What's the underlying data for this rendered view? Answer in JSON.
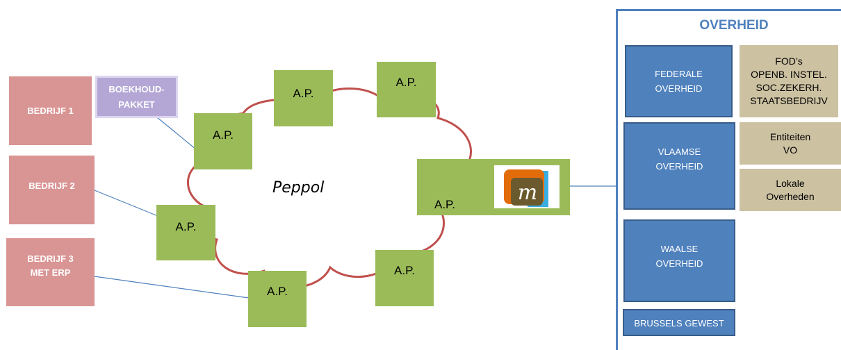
{
  "cloud": {
    "label": "Peppol"
  },
  "companies": [
    {
      "label": "BEDRIJF 1"
    },
    {
      "label": "BEDRIJF 2"
    },
    {
      "label": "BEDRIJF 3\nMET ERP"
    }
  ],
  "accounting_package": {
    "label": "BOEKHOUD-\nPAKKET"
  },
  "access_point_label": "A.P.",
  "government": {
    "title": "OVERHEID",
    "levels": [
      {
        "label": "FEDERALE\nOVERHEID"
      },
      {
        "label": "VLAAMSE\nOVERHEID"
      },
      {
        "label": "WAALSE\nOVERHEID"
      },
      {
        "label": "BRUSSELS GEWEST"
      }
    ],
    "entities": [
      {
        "label": "FOD’s\nOPENB. INSTEL.\nSOC.ZEKERH.\nSTAATSBEDRIJV"
      },
      {
        "label": "Entiteiten\nVO"
      },
      {
        "label": "Lokale\nOverheden"
      }
    ]
  },
  "logo": {
    "icon": "mercurius-m-logo",
    "letter": "m"
  },
  "colors": {
    "company": "#d99594",
    "accounting_package": "#b4a7d6",
    "access_point": "#9bbb59",
    "government": "#4f81bd",
    "entity": "#ccc1a1",
    "cloud_outline": "#c0504d",
    "connector": "#4f81bd"
  }
}
